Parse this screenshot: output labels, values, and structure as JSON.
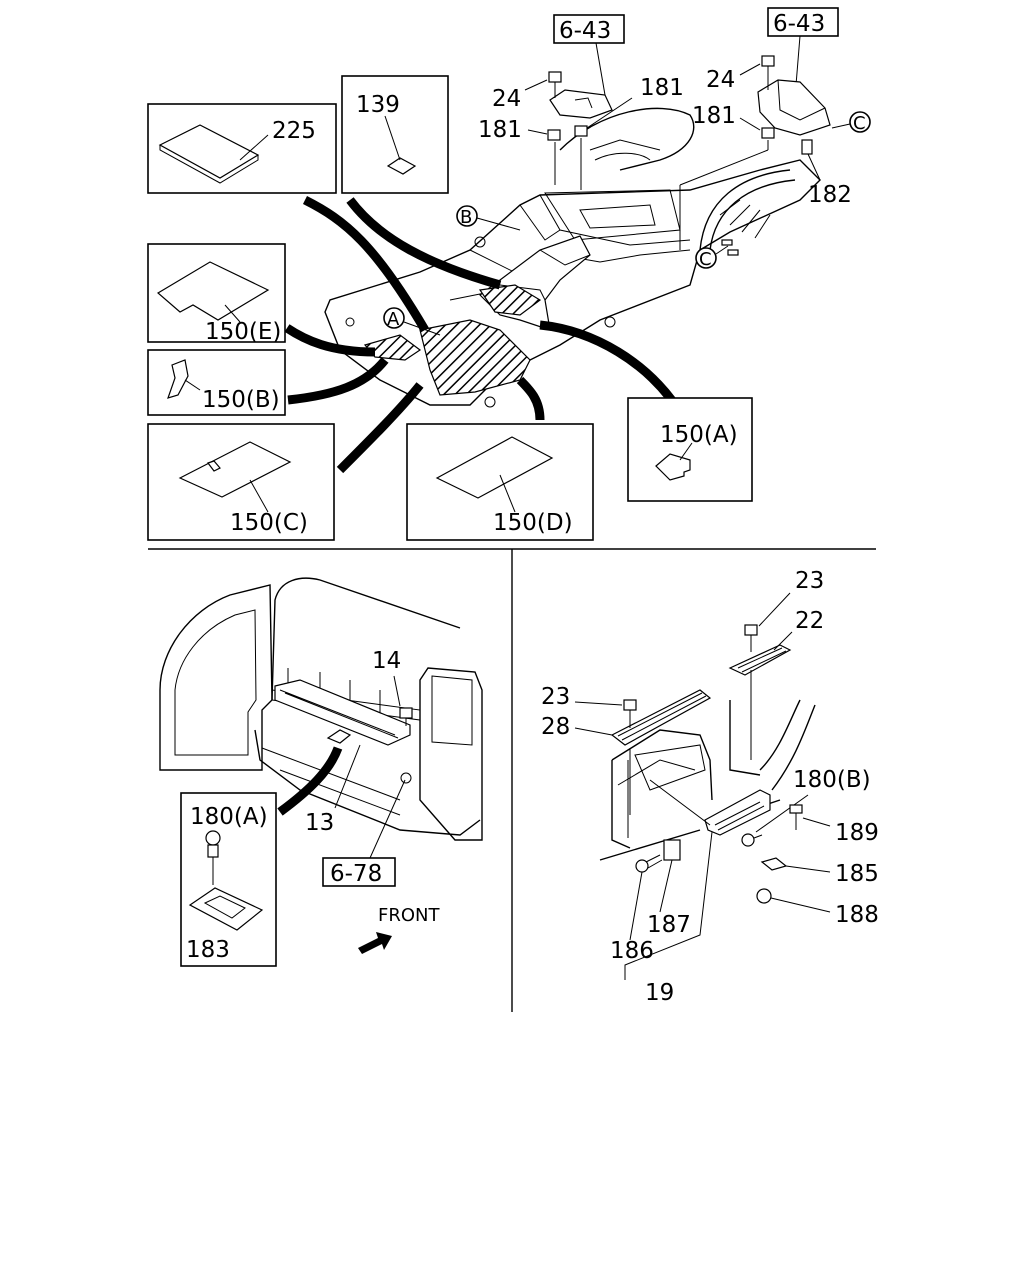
{
  "callouts": {
    "ref_6_43_left": "6-43",
    "ref_6_43_right": "6-43",
    "ref_6_78": "6-78",
    "part_24_a": "24",
    "part_24_b": "24",
    "part_181_a": "181",
    "part_181_b": "181",
    "part_181_c": "181",
    "part_182": "182",
    "part_225": "225",
    "part_139": "139",
    "part_150E": "150(E)",
    "part_150B": "150(B)",
    "part_150C": "150(C)",
    "part_150D": "150(D)",
    "part_150A": "150(A)",
    "part_14": "14",
    "part_13": "13",
    "part_180A": "180(A)",
    "part_183": "183",
    "part_23_a": "23",
    "part_23_b": "23",
    "part_22": "22",
    "part_28": "28",
    "part_180B": "180(B)",
    "part_189": "189",
    "part_185": "185",
    "part_188": "188",
    "part_187": "187",
    "part_186": "186",
    "part_19": "19",
    "front_label": "FRONT"
  },
  "markers": {
    "A": "A",
    "B": "B",
    "C_top": "C",
    "C_floor": "C"
  }
}
